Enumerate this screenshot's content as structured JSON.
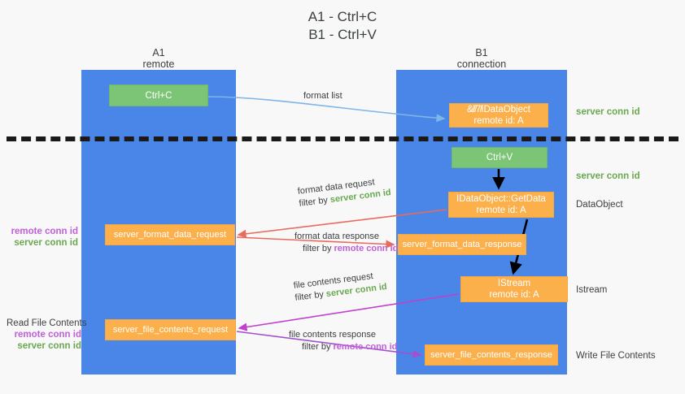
{
  "title": {
    "line1": "A1 - Ctrl+C",
    "line2": "B1 - Ctrl+V"
  },
  "columns": {
    "a1": {
      "name": "A1",
      "role": "remote"
    },
    "b1": {
      "name": "B1",
      "role": "connection"
    }
  },
  "boxes": {
    "ctrl_c": {
      "label": "Ctrl+C",
      "color": "#7cc576"
    },
    "idataobject": {
      "line1": "&̸/̸7̸IDataObject",
      "line2": "remote id: A",
      "color": "#fbb04c"
    },
    "ctrl_v": {
      "label": "Ctrl+V",
      "color": "#7cc576"
    },
    "getdata": {
      "line1": "IDataObject::GetData",
      "line2": "remote id: A",
      "color": "#fbb04c"
    },
    "server_format_data_request": {
      "label": "server_format_data_request",
      "color": "#fbb04c"
    },
    "server_format_data_response": {
      "label": "server_format_data_response",
      "color": "#fbb04c"
    },
    "istream": {
      "line1": "IStream",
      "line2": "remote id: A",
      "color": "#fbb04c"
    },
    "server_file_contents_request": {
      "label": "server_file_contents_request",
      "color": "#fbb04c"
    },
    "server_file_contents_response": {
      "label": "server_file_contents_response",
      "color": "#fbb04c"
    }
  },
  "annotations": {
    "right": {
      "server_conn_id_1": "server conn id",
      "server_conn_id_2": "server conn id",
      "dataobject": "DataObject",
      "istream": "Istream",
      "write_file_contents": "Write File Contents"
    },
    "left": {
      "remote_conn_id_1": "remote conn id",
      "server_conn_id_1": "server conn id",
      "read_file_contents": "Read File Contents",
      "remote_conn_id_2": "remote conn id",
      "server_conn_id_2": "server conn id"
    }
  },
  "arrow_labels": {
    "format_list": "format list",
    "format_data_request": {
      "line1": "format data request",
      "filter_prefix": "filter by ",
      "filter_key": "server conn id"
    },
    "format_data_response": {
      "line1": "format data response",
      "filter_prefix": "filter by ",
      "filter_key": "remote conn id"
    },
    "file_contents_request": {
      "line1": "file contents request",
      "filter_prefix": "filter by ",
      "filter_key": "server conn id"
    },
    "file_contents_response": {
      "line1": "file contents response",
      "filter_prefix": "filter by ",
      "filter_key": "remote conn id"
    }
  },
  "colors": {
    "lane": "#4a86e8",
    "green_box": "#7cc576",
    "orange_box": "#fbb04c",
    "green_text": "#6aa84f",
    "magenta_text": "#c060d8",
    "arrow_blue": "#7eb6e8",
    "arrow_red": "#ea6a5c",
    "arrow_magenta": "#c23fd0",
    "arrow_purple": "#a34fd0",
    "arrow_black": "#000000",
    "divider": "#1a1a1a",
    "background": "#f8f8f8"
  }
}
